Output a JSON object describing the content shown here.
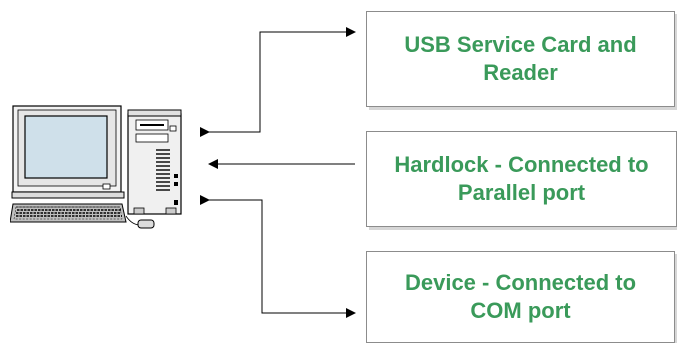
{
  "boxes": {
    "usb": {
      "label": "USB Service Card and\nReader"
    },
    "hardlock": {
      "label": "Hardlock - Connected to\nParallel port"
    },
    "device": {
      "label": "Device - Connected to\nCOM port"
    }
  },
  "colors": {
    "label_text": "#3a9a5a",
    "connector": "#000000",
    "box_border": "#8c8c8c"
  },
  "icons": {
    "computer": "desktop-computer-icon"
  }
}
